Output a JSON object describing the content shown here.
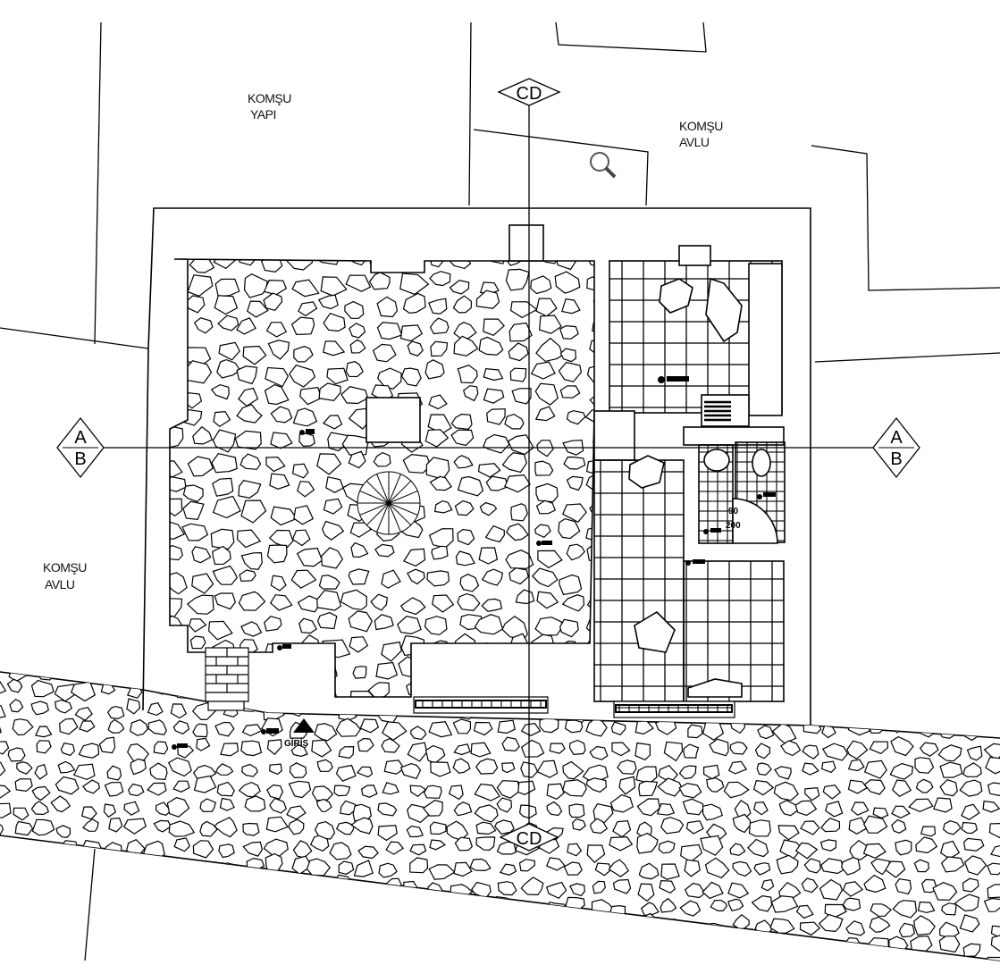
{
  "plan": {
    "labels": {
      "neighbor_building": [
        "KOMŞU",
        "YAPI"
      ],
      "neighbor_yard_top": [
        "KOMŞU",
        "AVLU"
      ],
      "neighbor_yard_left": [
        "KOMŞU",
        "AVLU"
      ],
      "entrance": "GİRİŞ"
    },
    "section_markers": {
      "cd_top": "CD",
      "cd_bottom": "CD",
      "a_left": "A",
      "b_left": "B",
      "a_right": "A",
      "b_right": "B"
    },
    "dimensions": {
      "door_width": "90",
      "door_height": "200"
    },
    "icons": {
      "zoom": "magnifier-icon"
    }
  }
}
